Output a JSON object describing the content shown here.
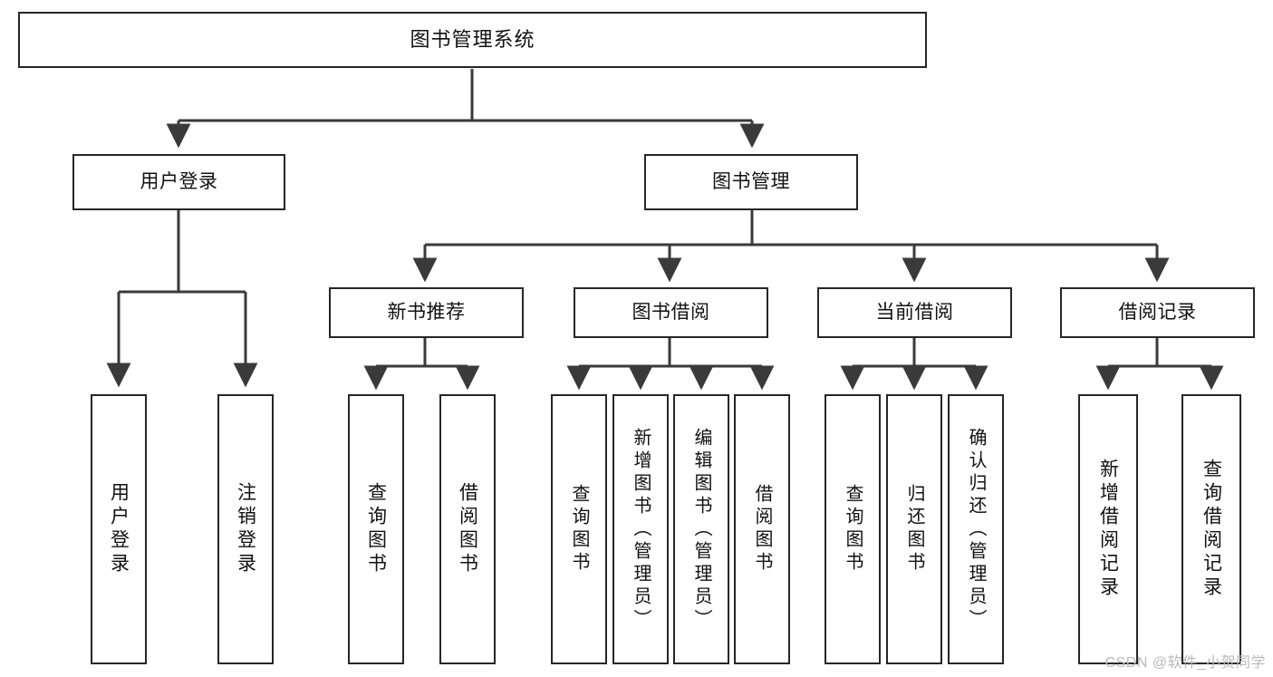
{
  "diagram": {
    "type": "tree-hierarchy",
    "title": "图书管理系统",
    "orientation": "top-down",
    "colors": {
      "box_border": "#262626",
      "box_fill": "#ffffff",
      "edge": "#3a3a3a",
      "text": "#111111",
      "watermark": "#b9b9b9",
      "background": "#ffffff"
    },
    "watermark": "CSDN @软件_小贺同学",
    "nodes": {
      "root": {
        "label": "图书管理系统"
      },
      "level2": [
        {
          "id": "user-login",
          "label": "用户登录"
        },
        {
          "id": "book-manage",
          "label": "图书管理"
        }
      ],
      "level3": [
        {
          "id": "new-book-recommend",
          "label": "新书推荐"
        },
        {
          "id": "book-borrow",
          "label": "图书借阅"
        },
        {
          "id": "current-borrow",
          "label": "当前借阅"
        },
        {
          "id": "borrow-record",
          "label": "借阅记录"
        }
      ],
      "leaves": {
        "user-login": [
          {
            "id": "leaf-user-login",
            "label": "用户登录"
          },
          {
            "id": "leaf-logout-login",
            "label": "注销登录"
          }
        ],
        "new-book-recommend": [
          {
            "id": "leaf-query-book-1",
            "label": "查询图书"
          },
          {
            "id": "leaf-borrow-book-1",
            "label": "借阅图书"
          }
        ],
        "book-borrow": [
          {
            "id": "leaf-query-book-2",
            "label": "查询图书"
          },
          {
            "id": "leaf-add-book",
            "label": "新增图书（管理员）"
          },
          {
            "id": "leaf-edit-book",
            "label": "编辑图书（管理员）"
          },
          {
            "id": "leaf-borrow-book-2",
            "label": "借阅图书"
          }
        ],
        "current-borrow": [
          {
            "id": "leaf-query-book-3",
            "label": "查询图书"
          },
          {
            "id": "leaf-return-book",
            "label": "归还图书"
          },
          {
            "id": "leaf-confirm-return",
            "label": "确认归还（管理员）"
          }
        ],
        "borrow-record": [
          {
            "id": "leaf-add-record",
            "label": "新增借阅记录"
          },
          {
            "id": "leaf-query-record",
            "label": "查询借阅记录"
          }
        ]
      }
    }
  }
}
